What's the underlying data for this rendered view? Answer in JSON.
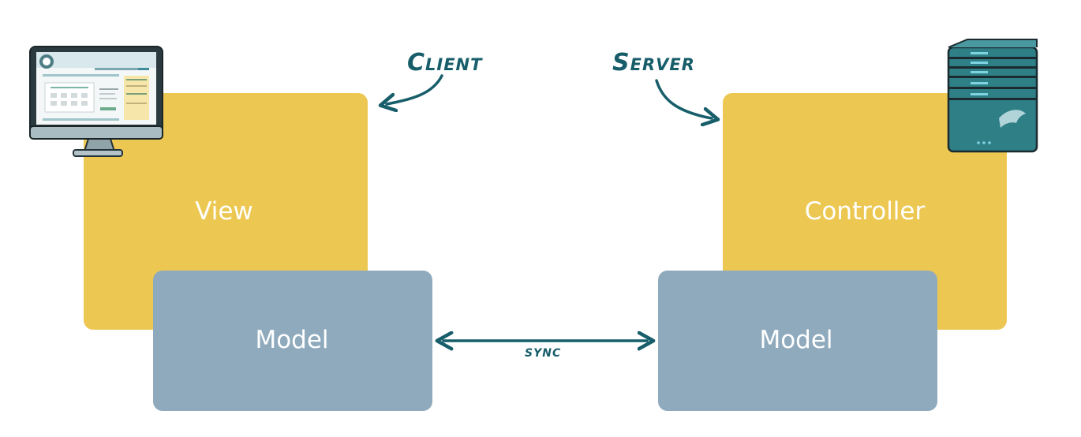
{
  "boxes": {
    "view": "View",
    "controller": "Controller",
    "client_model": "Model",
    "server_model": "Model"
  },
  "annotations": {
    "client": "Client",
    "server": "Server",
    "sync": "sync"
  },
  "colors": {
    "yellow": "#ecc853",
    "blue": "#8faabd",
    "teal": "#175e6a"
  },
  "icons": {
    "client": "desktop-monitor-icon",
    "server": "server-tower-icon"
  }
}
